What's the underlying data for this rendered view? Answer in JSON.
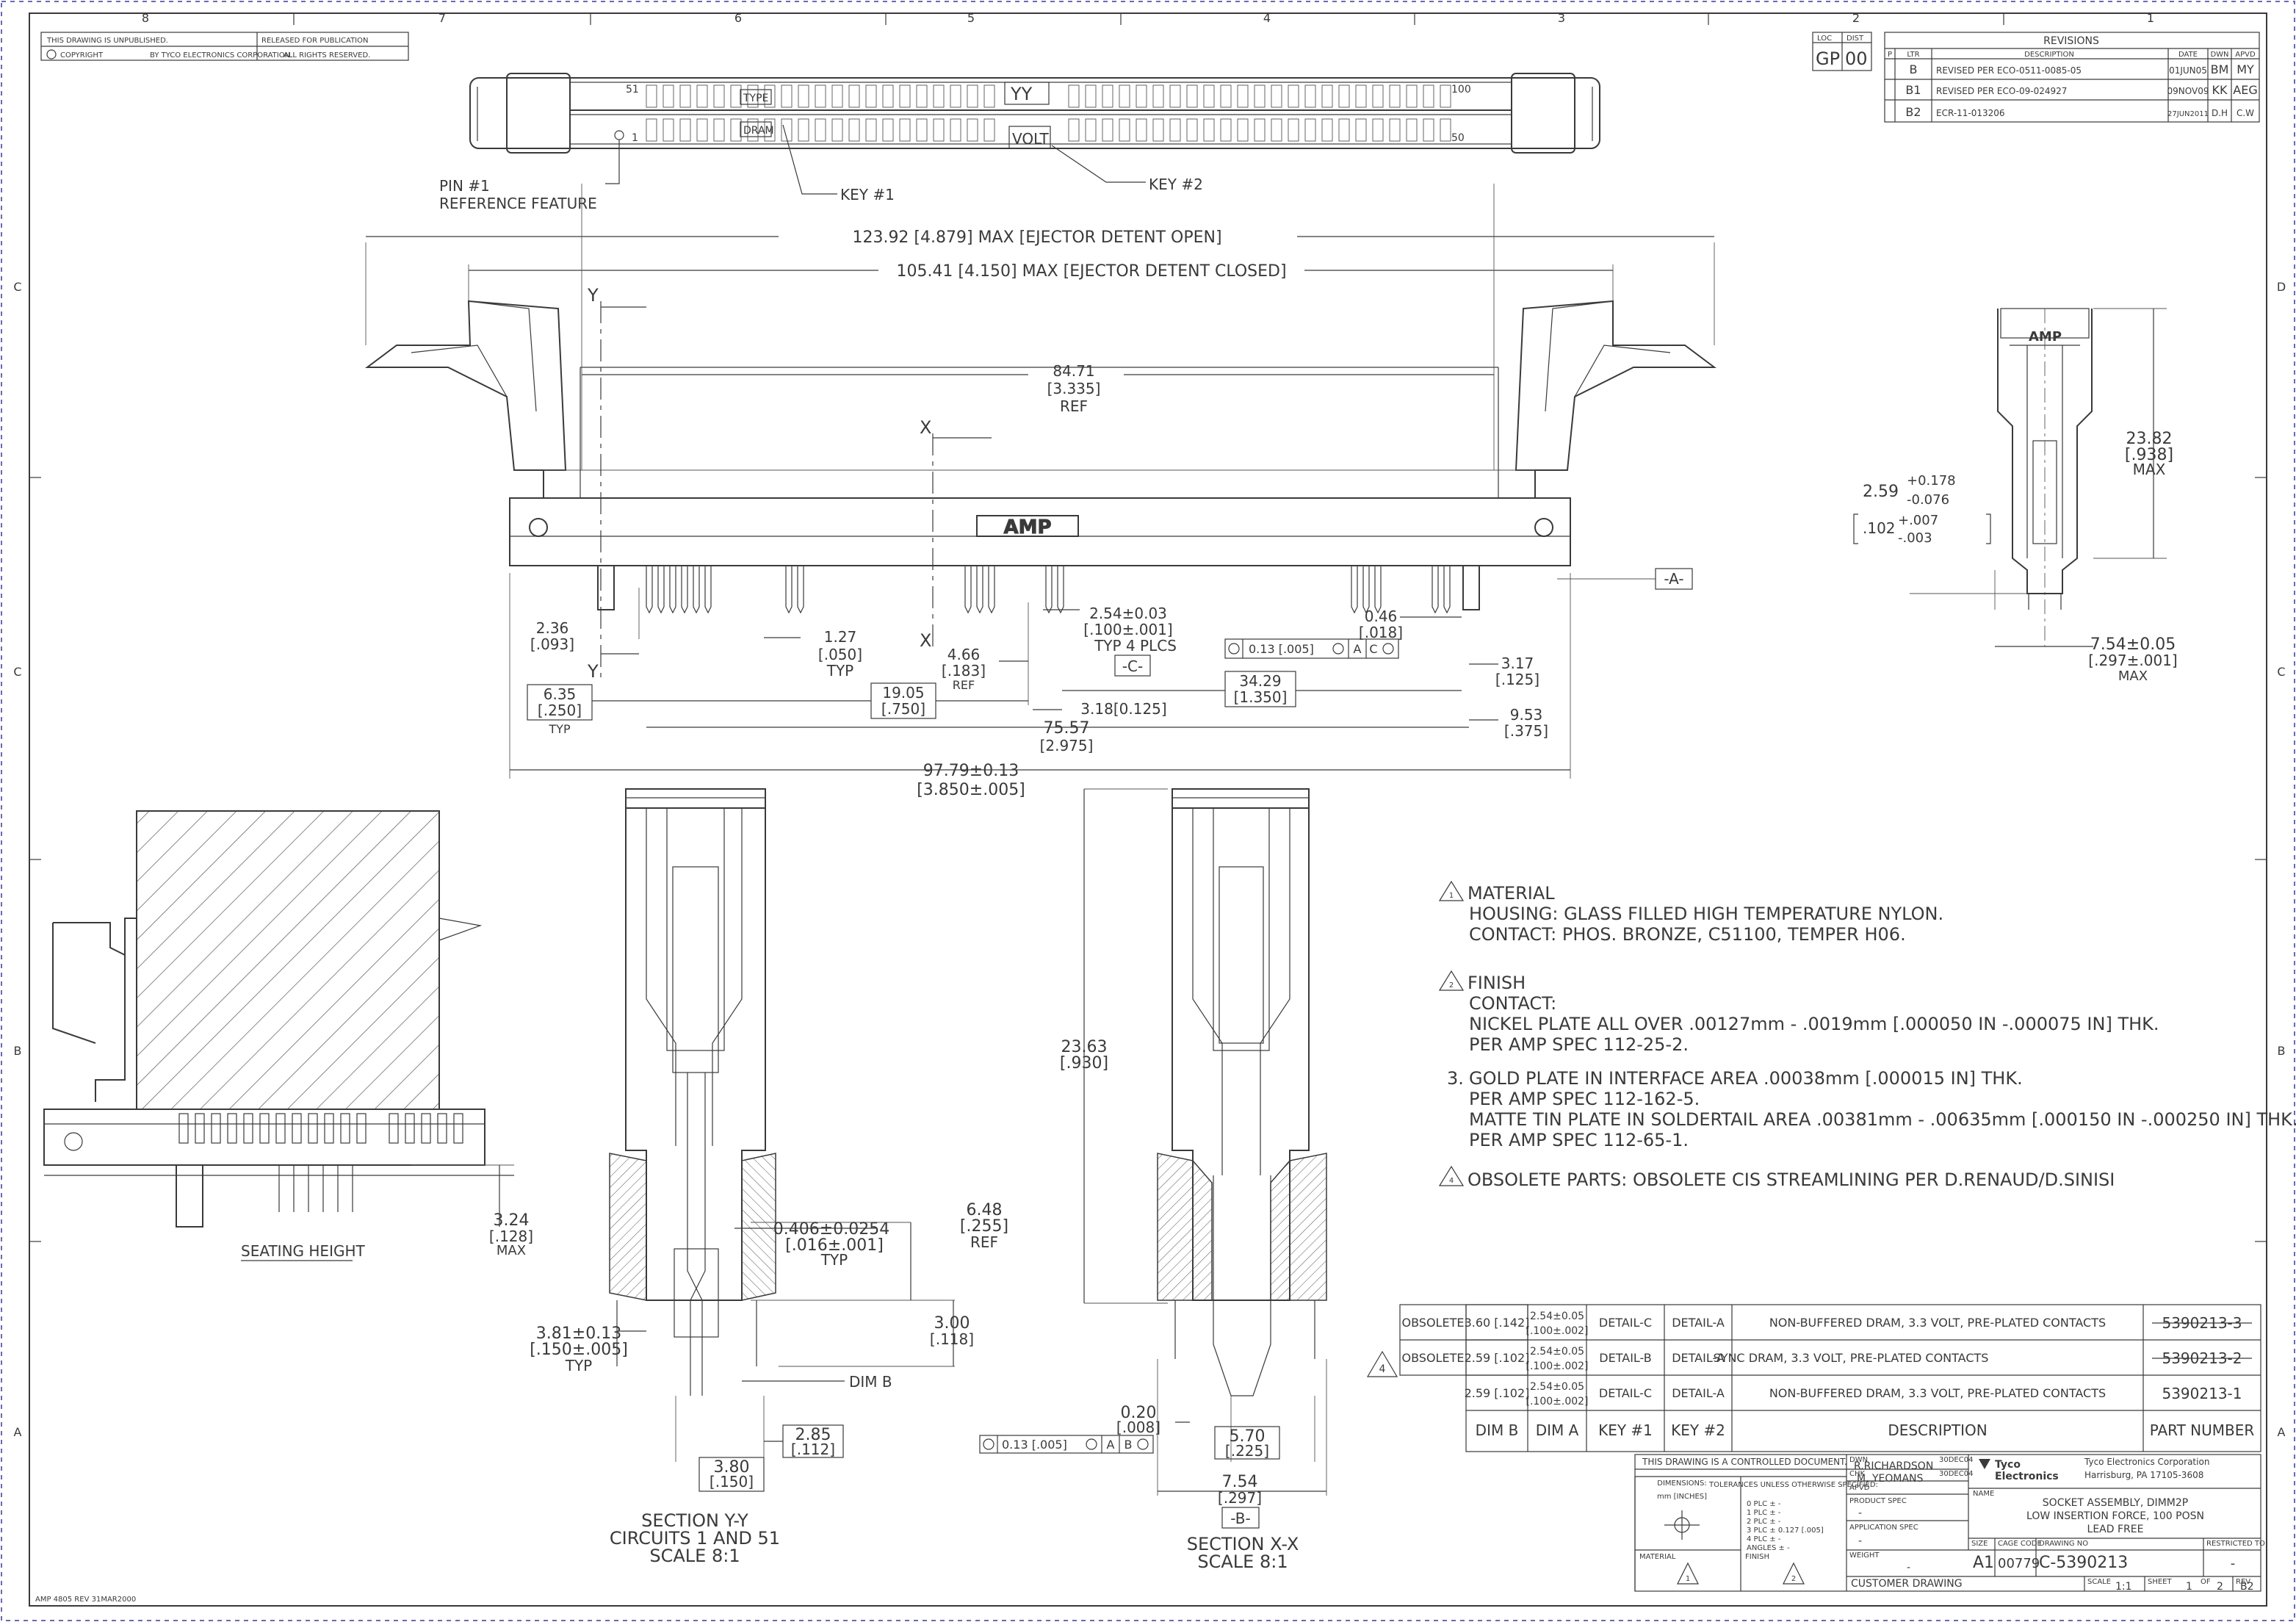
{
  "zone_columns": [
    "8",
    "7",
    "6",
    "5",
    "4",
    "3",
    "2",
    "1"
  ],
  "zone_rows": [
    "C",
    "C",
    "B",
    "A"
  ],
  "right_zone_rows": [
    "D",
    "C",
    "B",
    "A"
  ],
  "header_notes": {
    "unpublished": "THIS DRAWING IS UNPUBLISHED.",
    "released": "RELEASED FOR PUBLICATION",
    "copyright": "COPYRIGHT",
    "corp": "BY TYCO ELECTRONICS CORPORATION.",
    "rights": "ALL RIGHTS RESERVED."
  },
  "revisions": {
    "loc_label": "LOC",
    "dist_label": "DIST",
    "loc": "GP",
    "dist": "00",
    "title": "REVISIONS",
    "headers": [
      "P",
      "LTR",
      "DESCRIPTION",
      "DATE",
      "DWN",
      "APVD"
    ],
    "rows": [
      {
        "ltr": "B",
        "desc": "REVISED PER ECO-0511-0085-05",
        "date": "01JUN05",
        "dwn": "BM",
        "apvd": "MY"
      },
      {
        "ltr": "B1",
        "desc": "REVISED PER ECO-09-024927",
        "date": "09NOV09",
        "dwn": "KK",
        "apvd": "AEG"
      },
      {
        "ltr": "B2",
        "desc": "ECR-11-013206",
        "date": "27JUN2011",
        "dwn": "D.H",
        "apvd": "C.W"
      }
    ]
  },
  "top_view": {
    "pin51": "51",
    "pin1": "1",
    "pin100": "100",
    "pin50": "50",
    "type_label": "TYPE",
    "type_value": "YY",
    "dram_label": "DRAM",
    "volt_label": "VOLT",
    "pin1_ref_line1": "PIN #1",
    "pin1_ref_line2": "REFERENCE FEATURE",
    "key1": "KEY #1",
    "key2": "KEY #2"
  },
  "front_view": {
    "dim_open": "123.92 [4.879] MAX [EJECTOR DETENT OPEN]",
    "dim_closed": "105.41 [4.150] MAX [EJECTOR DETENT CLOSED]",
    "ref_84": "84.71",
    "ref_84_in": "[3.335]",
    "ref_84_ref": "REF",
    "brand": "AMP",
    "y_label": "Y",
    "x_label": "X",
    "d236": "2.36",
    "d236_in": "[.093]",
    "d127": "1.27",
    "d127_in": "[.050]",
    "d127_typ": "TYP",
    "d466": "4.66",
    "d466_in": "[.183]",
    "d466_ref": "REF",
    "d254": "2.54±0.03",
    "d254_in": "[.100±.001]",
    "d254_typ": "TYP 4 PLCS",
    "d046": "0.46",
    "d046_in": "[.018]",
    "fcf_tol": "0.13 [.005]",
    "fcf_a": "A",
    "fcf_c": "C",
    "datum_c": "-C-",
    "datum_a": "-A-",
    "d635": "6.35",
    "d635_in": "[.250]",
    "d635_typ": "TYP",
    "d1905": "19.05",
    "d1905_in": "[.750]",
    "d3429": "34.29",
    "d3429_in": "[1.350]",
    "d318": "3.18[0.125]",
    "d317": "3.17",
    "d317_in": "[.125]",
    "d953": "9.53",
    "d953_in": "[.375]",
    "d7557": "75.57",
    "d7557_in": "[2.975]",
    "d9779": "97.79±0.13",
    "d9779_in": "[3.850±.005]"
  },
  "side_view": {
    "brand": "AMP",
    "h": "23.82",
    "h_in": "[.938]",
    "h_max": "MAX",
    "d259": "2.59",
    "tol_plus": "+0.178",
    "tol_minus": "-0.076",
    "d102": ".102",
    "tol_plus_in": "+.007",
    "tol_minus_in": "-.003",
    "w": "7.54±0.05",
    "w_in": "[.297±.001]",
    "w_max": "MAX"
  },
  "seating_detail": {
    "d324": "3.24",
    "d324_in": "[.128]",
    "d324_max": "MAX",
    "label": "SEATING HEIGHT"
  },
  "section_yy": {
    "d0406": "0.406±0.0254",
    "d0406_in": "[.016±.001]",
    "d0406_typ": "TYP",
    "d648": "6.48",
    "d648_in": "[.255]",
    "d648_ref": "REF",
    "d381": "3.81±0.13",
    "d381_in": "[.150±.005]",
    "d381_typ": "TYP",
    "d300": "3.00",
    "d300_in": "[.118]",
    "dimb": "DIM B",
    "d285": "2.85",
    "d285_in": "[.112]",
    "d380": "3.80",
    "d380_in": "[.150]",
    "title1": "SECTION Y-Y",
    "title2": "CIRCUITS 1 AND 51",
    "title3": "SCALE 8:1"
  },
  "section_xx": {
    "d2363": "23.63",
    "d2363_in": "[.930]",
    "d020": "0.20",
    "d020_in": "[.008]",
    "fcf_tol": "0.13 [.005]",
    "fcf_a": "A",
    "fcf_b": "B",
    "d570": "5.70",
    "d570_in": "[.225]",
    "d754": "7.54",
    "d754_in": "[.297]",
    "datum_b": "-B-",
    "title1": "SECTION X-X",
    "title2": "SCALE 8:1"
  },
  "notes": {
    "n1_title": "MATERIAL",
    "n1_l1": "HOUSING: GLASS FILLED HIGH TEMPERATURE NYLON.",
    "n1_l2": "CONTACT: PHOS. BRONZE, C51100, TEMPER H06.",
    "n2_title": "FINISH",
    "n2_l1": "CONTACT:",
    "n2_l2": "NICKEL PLATE ALL OVER .00127mm - .0019mm [.000050 IN -.000075 IN] THK.",
    "n2_l3": "PER AMP SPEC 112-25-2.",
    "n3_num": "3.",
    "n3_l1": "GOLD PLATE IN INTERFACE AREA .00038mm [.000015 IN] THK.",
    "n3_l2": "PER AMP SPEC 112-162-5.",
    "n3_l3": "MATTE TIN PLATE IN SOLDERTAIL AREA .00381mm - .00635mm [.000150 IN -.000250 IN] THK.",
    "n3_l4": "PER AMP SPEC 112-65-1.",
    "n4_title": "OBSOLETE PARTS: OBSOLETE CIS STREAMLINING PER D.RENAUD/D.SINISI"
  },
  "tabulation": {
    "rows": [
      {
        "status": "OBSOLETE",
        "dimb": "3.60 [.142]",
        "dima1": "2.54±0.05",
        "dima2": "[.100±.002]",
        "key1": "DETAIL-C",
        "key2": "DETAIL-A",
        "desc": "NON-BUFFERED DRAM, 3.3 VOLT, PRE-PLATED CONTACTS",
        "part": "5390213-3"
      },
      {
        "status": "OBSOLETE",
        "dimb": "2.59 [.102]",
        "dima1": "2.54±0.05",
        "dima2": "[.100±.002]",
        "key1": "DETAIL-B",
        "key2": "DETAIL-A",
        "desc": "SYNC DRAM, 3.3 VOLT, PRE-PLATED CONTACTS",
        "part": "5390213-2"
      },
      {
        "status": "",
        "dimb": "2.59 [.102]",
        "dima1": "2.54±0.05",
        "dima2": "[.100±.002]",
        "key1": "DETAIL-C",
        "key2": "DETAIL-A",
        "desc": "NON-BUFFERED DRAM, 3.3 VOLT, PRE-PLATED CONTACTS",
        "part": "5390213-1"
      }
    ],
    "headers": [
      "DIM B",
      "DIM A",
      "KEY #1",
      "KEY #2",
      "DESCRIPTION",
      "PART NUMBER"
    ]
  },
  "title_block": {
    "controlled": "THIS DRAWING IS A CONTROLLED DOCUMENT.",
    "dwn_label": "DWN",
    "dwn": "R.RICHARDSON",
    "dwn_date": "30DEC04",
    "chk_label": "CHK",
    "chk": "M. YEOMANS",
    "chk_date": "30DEC04",
    "appvd_label": "APVD",
    "dimensions_label": "DIMENSIONS:",
    "dimensions_val": "mm [INCHES]",
    "tol_label": "TOLERANCES UNLESS OTHERWISE SPECIFIED:",
    "tol_rows": [
      "0 PLC ±  -",
      "1 PLC ±  -",
      "2 PLC ±  -",
      "3 PLC ± 0.127 [.005]",
      "4 PLC ±  -",
      "ANGLES ±  -"
    ],
    "product_spec": "PRODUCT SPEC",
    "product_spec_val": "-",
    "application_spec": "APPLICATION SPEC",
    "application_spec_val": "-",
    "weight": "WEIGHT",
    "weight_val": "-",
    "material": "MATERIAL",
    "finish": "FINISH",
    "company": "Tyco Electronics Corporation",
    "address": "Harrisburg, PA 17105-3608",
    "logo1": "Tyco",
    "logo2": "Electronics",
    "name_label": "NAME",
    "title1": "SOCKET ASSEMBLY, DIMM2P",
    "title2": "LOW INSERTION FORCE, 100 POSN",
    "title3": "LEAD FREE",
    "size_label": "SIZE",
    "size": "A1",
    "cage_label": "CAGE CODE",
    "cage": "00779",
    "dwg_label": "DRAWING NO",
    "dwg": "C-5390213",
    "restricted": "RESTRICTED TO",
    "restricted_val": "-",
    "customer_drawing": "CUSTOMER DRAWING",
    "scale_label": "SCALE",
    "scale": "1:1",
    "sheet_label": "SHEET",
    "sheet": "1",
    "of_label": "OF",
    "of": "2",
    "rev_label": "REV",
    "rev": "B2"
  },
  "footer_code": "AMP 4805 REV 31MAR2000"
}
